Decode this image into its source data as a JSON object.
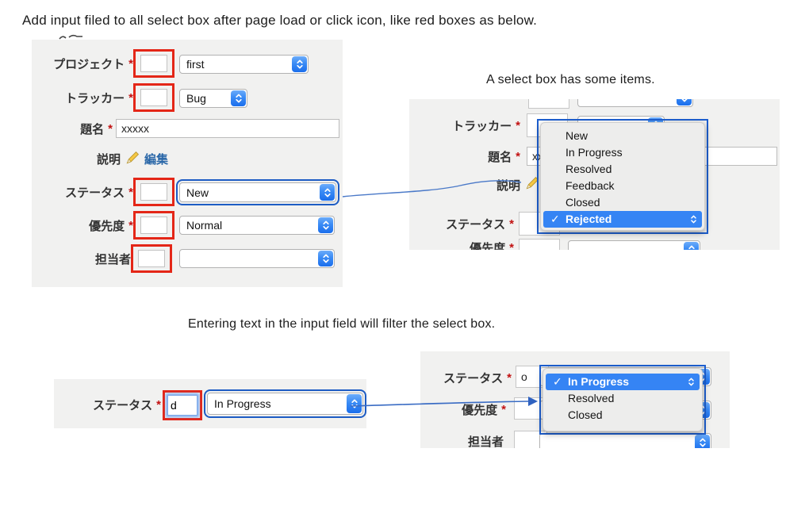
{
  "captions": {
    "title": "Add input filed to all select box after page load or click icon, like red boxes as below.",
    "select_items": "A select box has some items.",
    "filter_note": "Entering text in the input field will filter the select box."
  },
  "ui": {
    "required_mark": "*",
    "checkmark": "✓",
    "edit_link": "編集"
  },
  "colors": {
    "panel_bg": "#f1f1f0",
    "red_box": "#e42617",
    "accent_blue": "#1d5fd0",
    "highlight_blue": "#3584f4",
    "stepper_blue": "#1b6eec",
    "link_blue": "#2a67a8"
  },
  "main_form": {
    "project_label": "プロジェクト",
    "project_value": "first",
    "tracker_label": "トラッカー",
    "tracker_value": "Bug",
    "subject_label": "題名",
    "subject_value": "xxxxx",
    "description_label": "説明",
    "status_label": "ステータス",
    "status_value": "New",
    "priority_label": "優先度",
    "priority_value": "Normal",
    "assignee_label": "担当者",
    "assignee_value": ""
  },
  "items_form": {
    "tracker_label": "トラッカー",
    "subject_label": "題名",
    "subject_value": "xx",
    "description_label": "説明",
    "status_label": "ステータス",
    "priority_label": "優先度"
  },
  "status_dropdown": {
    "items": [
      "New",
      "In Progress",
      "Resolved",
      "Feedback",
      "Closed",
      "Rejected"
    ],
    "selected": "Rejected"
  },
  "filter_form": {
    "status_label": "ステータス",
    "filter_value": "d",
    "status_value": "In Progress"
  },
  "filtered_form": {
    "status_label": "ステータス",
    "filter_value": "o",
    "priority_label": "優先度",
    "assignee_label": "担当者"
  },
  "filtered_dropdown": {
    "items": [
      "In Progress",
      "Resolved",
      "Closed"
    ],
    "selected": "In Progress"
  }
}
